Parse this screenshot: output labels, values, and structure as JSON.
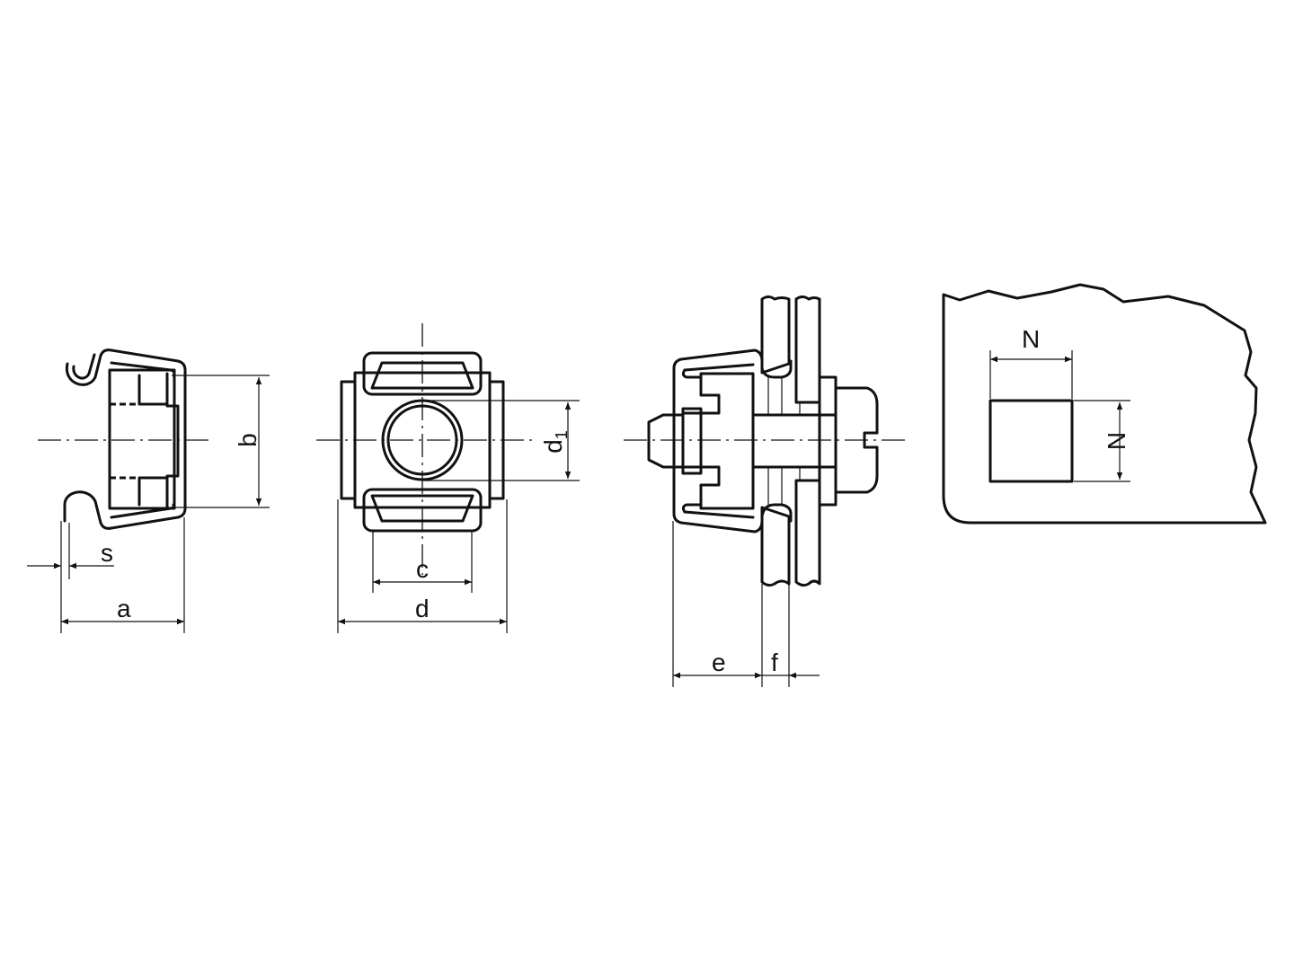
{
  "labels": {
    "s": "s",
    "a": "a",
    "b": "b",
    "c": "c",
    "d": "d",
    "d1_main": "d",
    "d1_sub": "1",
    "e": "e",
    "f": "f",
    "n_horizontal": "N",
    "n_vertical": "N"
  }
}
